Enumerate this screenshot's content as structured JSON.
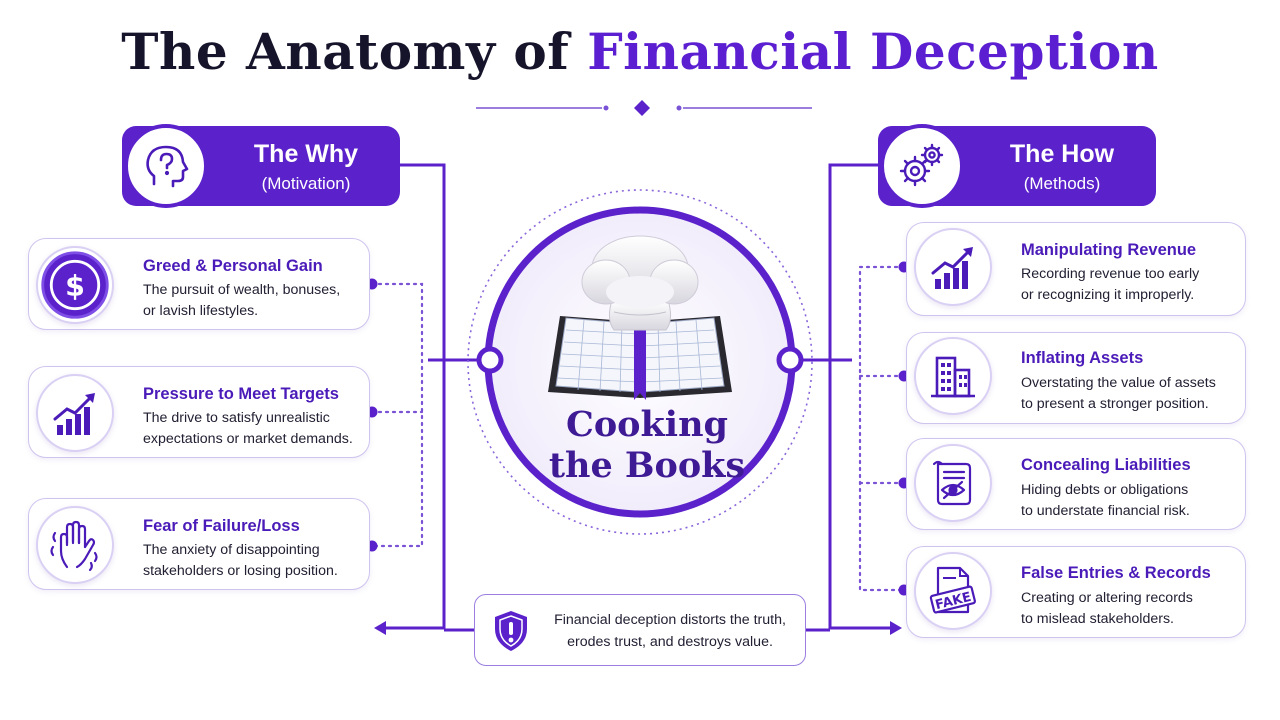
{
  "title": {
    "part1": "The Anatomy of ",
    "part2": "Financial Deception"
  },
  "colors": {
    "accent": "#5b22cc",
    "dark": "#16142b",
    "text": "#222033",
    "card_border": "#cfc4ee"
  },
  "left_header": {
    "title": "The Why",
    "subtitle": "(Motivation)",
    "icon": "head-question-icon"
  },
  "right_header": {
    "title": "The How",
    "subtitle": "(Methods)",
    "icon": "gears-icon"
  },
  "center": {
    "line1": "Cooking",
    "line2": "the Books",
    "icon": "chef-hat-book-icon"
  },
  "why_items": [
    {
      "title": "Greed & Personal Gain",
      "line1": "The pursuit of wealth, bonuses,",
      "line2": "or lavish lifestyles.",
      "icon": "dollar-icon"
    },
    {
      "title": "Pressure to Meet Targets",
      "line1": "The drive to satisfy unrealistic",
      "line2": "expectations or market demands.",
      "icon": "growth-chart-icon"
    },
    {
      "title": "Fear of Failure/Loss",
      "line1": "The anxiety of disappointing",
      "line2": "stakeholders or losing position.",
      "icon": "trembling-hand-icon"
    }
  ],
  "how_items": [
    {
      "title": "Manipulating Revenue",
      "line1": "Recording revenue too early",
      "line2": "or recognizing it improperly.",
      "icon": "revenue-chart-icon"
    },
    {
      "title": "Inflating Assets",
      "line1": "Overstating the value of assets",
      "line2": "to present a stronger position.",
      "icon": "buildings-icon"
    },
    {
      "title": "Concealing Liabilities",
      "line1": "Hiding debts or obligations",
      "line2": "to understate financial risk.",
      "icon": "hidden-document-icon"
    },
    {
      "title": "False Entries & Records",
      "line1": "Creating or altering records",
      "line2": "to mislead stakeholders.",
      "icon": "fake-document-icon"
    }
  ],
  "bottom": {
    "line1": "Financial deception distorts the truth,",
    "line2": "erodes trust, and destroys value.",
    "icon": "shield-alert-icon"
  }
}
